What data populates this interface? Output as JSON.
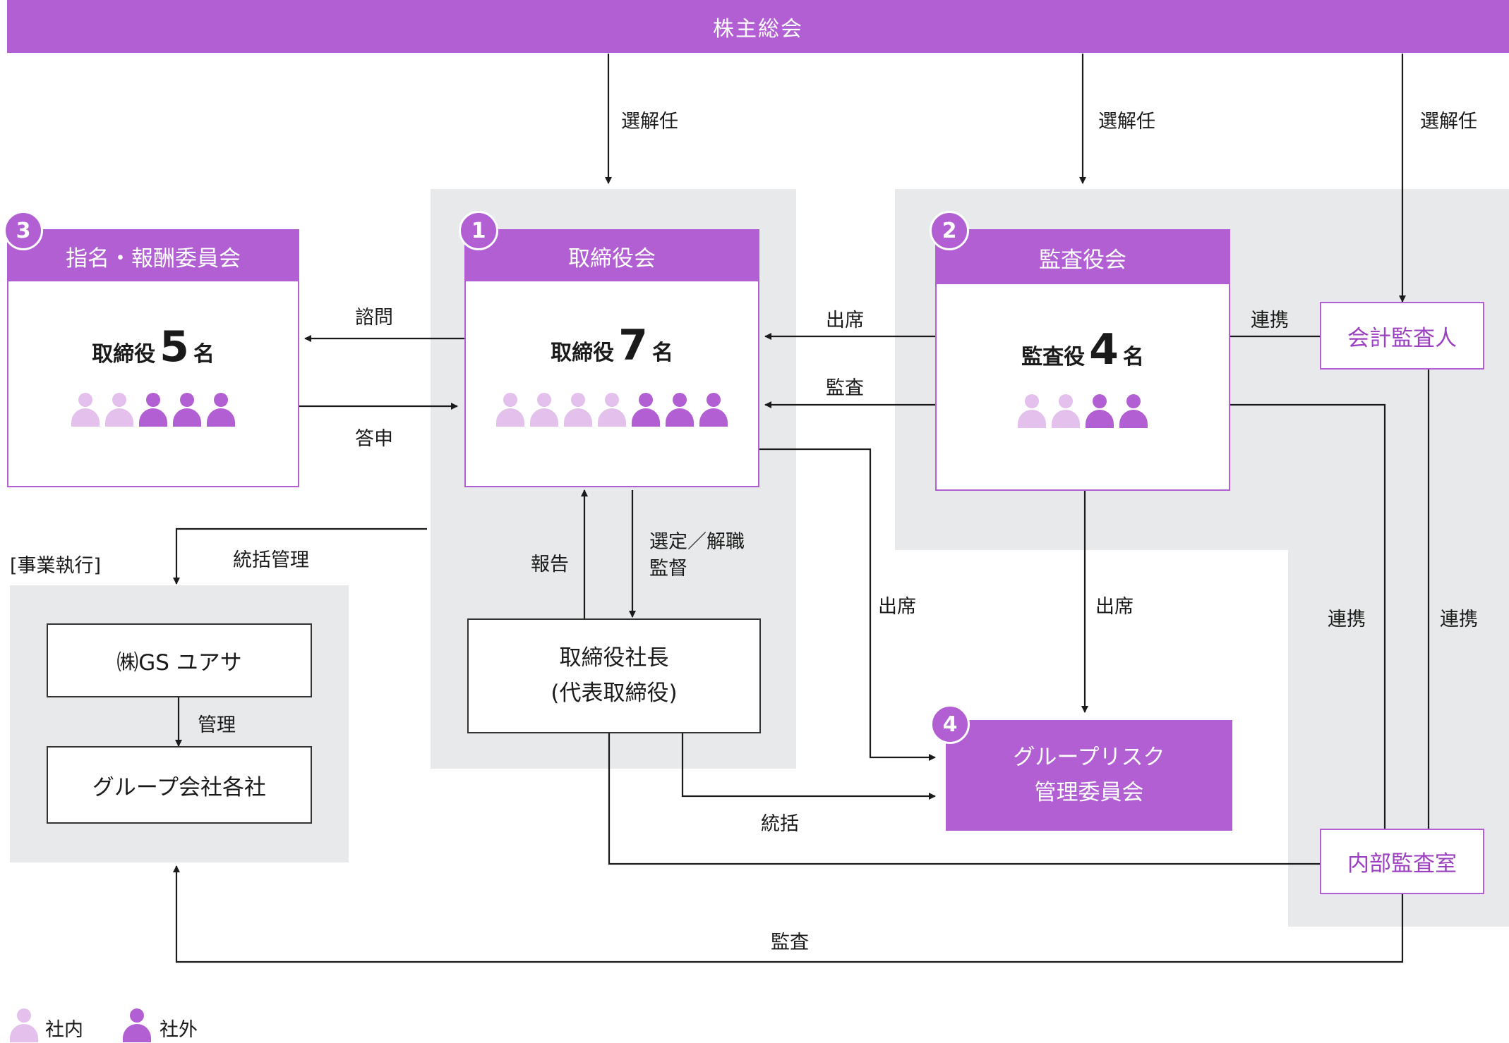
{
  "top_bar": {
    "label": "株主総会"
  },
  "labels": {
    "elect1": "選解任",
    "elect2": "選解任",
    "elect3": "選解任",
    "consult": "諮問",
    "report_back": "答申",
    "attend1": "出席",
    "audit1": "監査",
    "collab1": "連携",
    "exec_header": "[事業執行]",
    "oversee": "統括管理",
    "report": "報告",
    "appoint_line1": "選定／解職",
    "appoint_line2": "監督",
    "manage": "管理",
    "attend2": "出席",
    "attend3": "出席",
    "supervise": "統括",
    "collab2": "連携",
    "collab3": "連携",
    "audit2": "監査"
  },
  "committees": {
    "nomination": {
      "badge": "3",
      "title": "指名・報酬委員会",
      "prefix": "取締役",
      "count": "5",
      "suffix": "名",
      "members": [
        "in",
        "in",
        "out",
        "out",
        "out"
      ]
    },
    "board": {
      "badge": "1",
      "title": "取締役会",
      "prefix": "取締役",
      "count": "7",
      "suffix": "名",
      "members": [
        "in",
        "in",
        "in",
        "in",
        "out",
        "out",
        "out"
      ]
    },
    "audit": {
      "badge": "2",
      "title": "監査役会",
      "prefix": "監査役",
      "count": "4",
      "suffix": "名",
      "members": [
        "in",
        "in",
        "out",
        "out"
      ]
    }
  },
  "boxes": {
    "auditor": "会計監査人",
    "internal_audit": "内部監査室",
    "president_line1": "取締役社長",
    "president_line2": "(代表取締役)",
    "gs_yuasa": "㈱GS ユアサ",
    "group_companies": "グループ会社各社",
    "risk_badge": "4",
    "risk_line1": "グループリスク",
    "risk_line2": "管理委員会"
  },
  "legend": {
    "inside": "社内",
    "outside": "社外"
  },
  "colors": {
    "accent": "#b25fd3",
    "inside": "#e4c0ec",
    "panel": "#e8e9ea"
  }
}
